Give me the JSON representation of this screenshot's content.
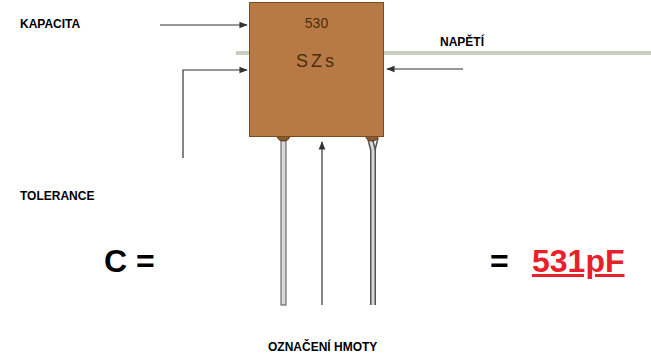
{
  "diagram": {
    "nodes": [
      {
        "text": [
          "530",
          "SZs"
        ]
      }
    ],
    "labels": [
      "KAPACITA",
      "NAPĚTÍ",
      "TOLERANCE",
      "OZNAČENÍ HMOTY",
      "C =",
      "=",
      "531pF"
    ]
  }
}
